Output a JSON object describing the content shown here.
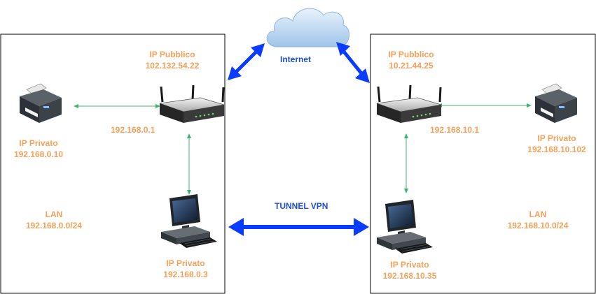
{
  "colors": {
    "label_orange": "#F5A15A",
    "label_blue": "#1F4FD6",
    "arrow_blue": "#0A3CFF",
    "link_green": "#3CB371"
  },
  "internet": {
    "icon": "cloud-icon",
    "label": "Internet"
  },
  "tunnel": {
    "label": "TUNNEL VPN"
  },
  "left_site": {
    "router": {
      "icon": "wifi-router-icon",
      "public_title": "IP Pubblico",
      "public_ip": "102.132.54.22",
      "lan_ip": "192.168.0.1"
    },
    "printer": {
      "icon": "printer-icon",
      "title": "IP Privato",
      "ip": "192.168.0.10"
    },
    "computer": {
      "icon": "desktop-computer-icon",
      "title": "IP Privato",
      "ip": "192.168.0.3"
    },
    "lan": {
      "title": "LAN",
      "subnet": "192.168.0.0/24"
    }
  },
  "right_site": {
    "router": {
      "icon": "wifi-router-icon",
      "public_title": "IP Pubblico",
      "public_ip": "10.21.44.25",
      "lan_ip": "192.168.10.1"
    },
    "printer": {
      "icon": "printer-icon",
      "title": "IP Privato",
      "ip": "192.168.10.102"
    },
    "computer": {
      "icon": "desktop-computer-icon",
      "title": "IP Privato",
      "ip": "192.168.10.35"
    },
    "lan": {
      "title": "LAN",
      "subnet": "192.168.10.0/24"
    }
  }
}
